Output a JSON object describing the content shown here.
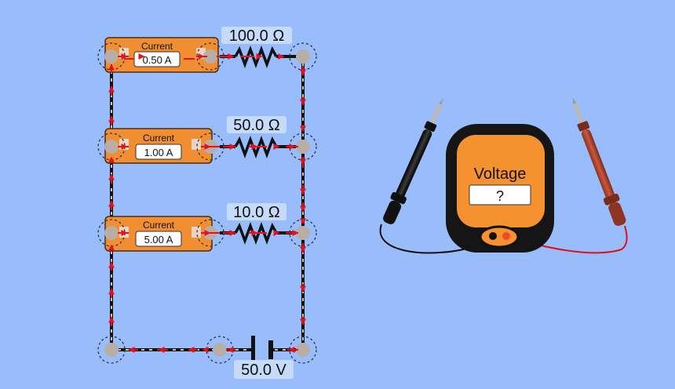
{
  "ammeters": [
    {
      "title": "Current",
      "value": "0.50 A"
    },
    {
      "title": "Current",
      "value": "1.00 A"
    },
    {
      "title": "Current",
      "value": "5.00 A"
    }
  ],
  "resistors": [
    {
      "label": "100.0 Ω"
    },
    {
      "label": "50.0 Ω"
    },
    {
      "label": "10.0 Ω"
    }
  ],
  "battery": {
    "label": "50.0 V"
  },
  "voltmeter": {
    "title": "Voltage",
    "reading": "?"
  },
  "colors": {
    "background": "#99bdfb",
    "wire": "#111111",
    "current_arrow": "#e8111b",
    "ammeter_body": "#f08e31",
    "voltmeter_body": "#f4922f",
    "red_probe": "#b2472d",
    "black_probe": "#1a1a1a"
  }
}
